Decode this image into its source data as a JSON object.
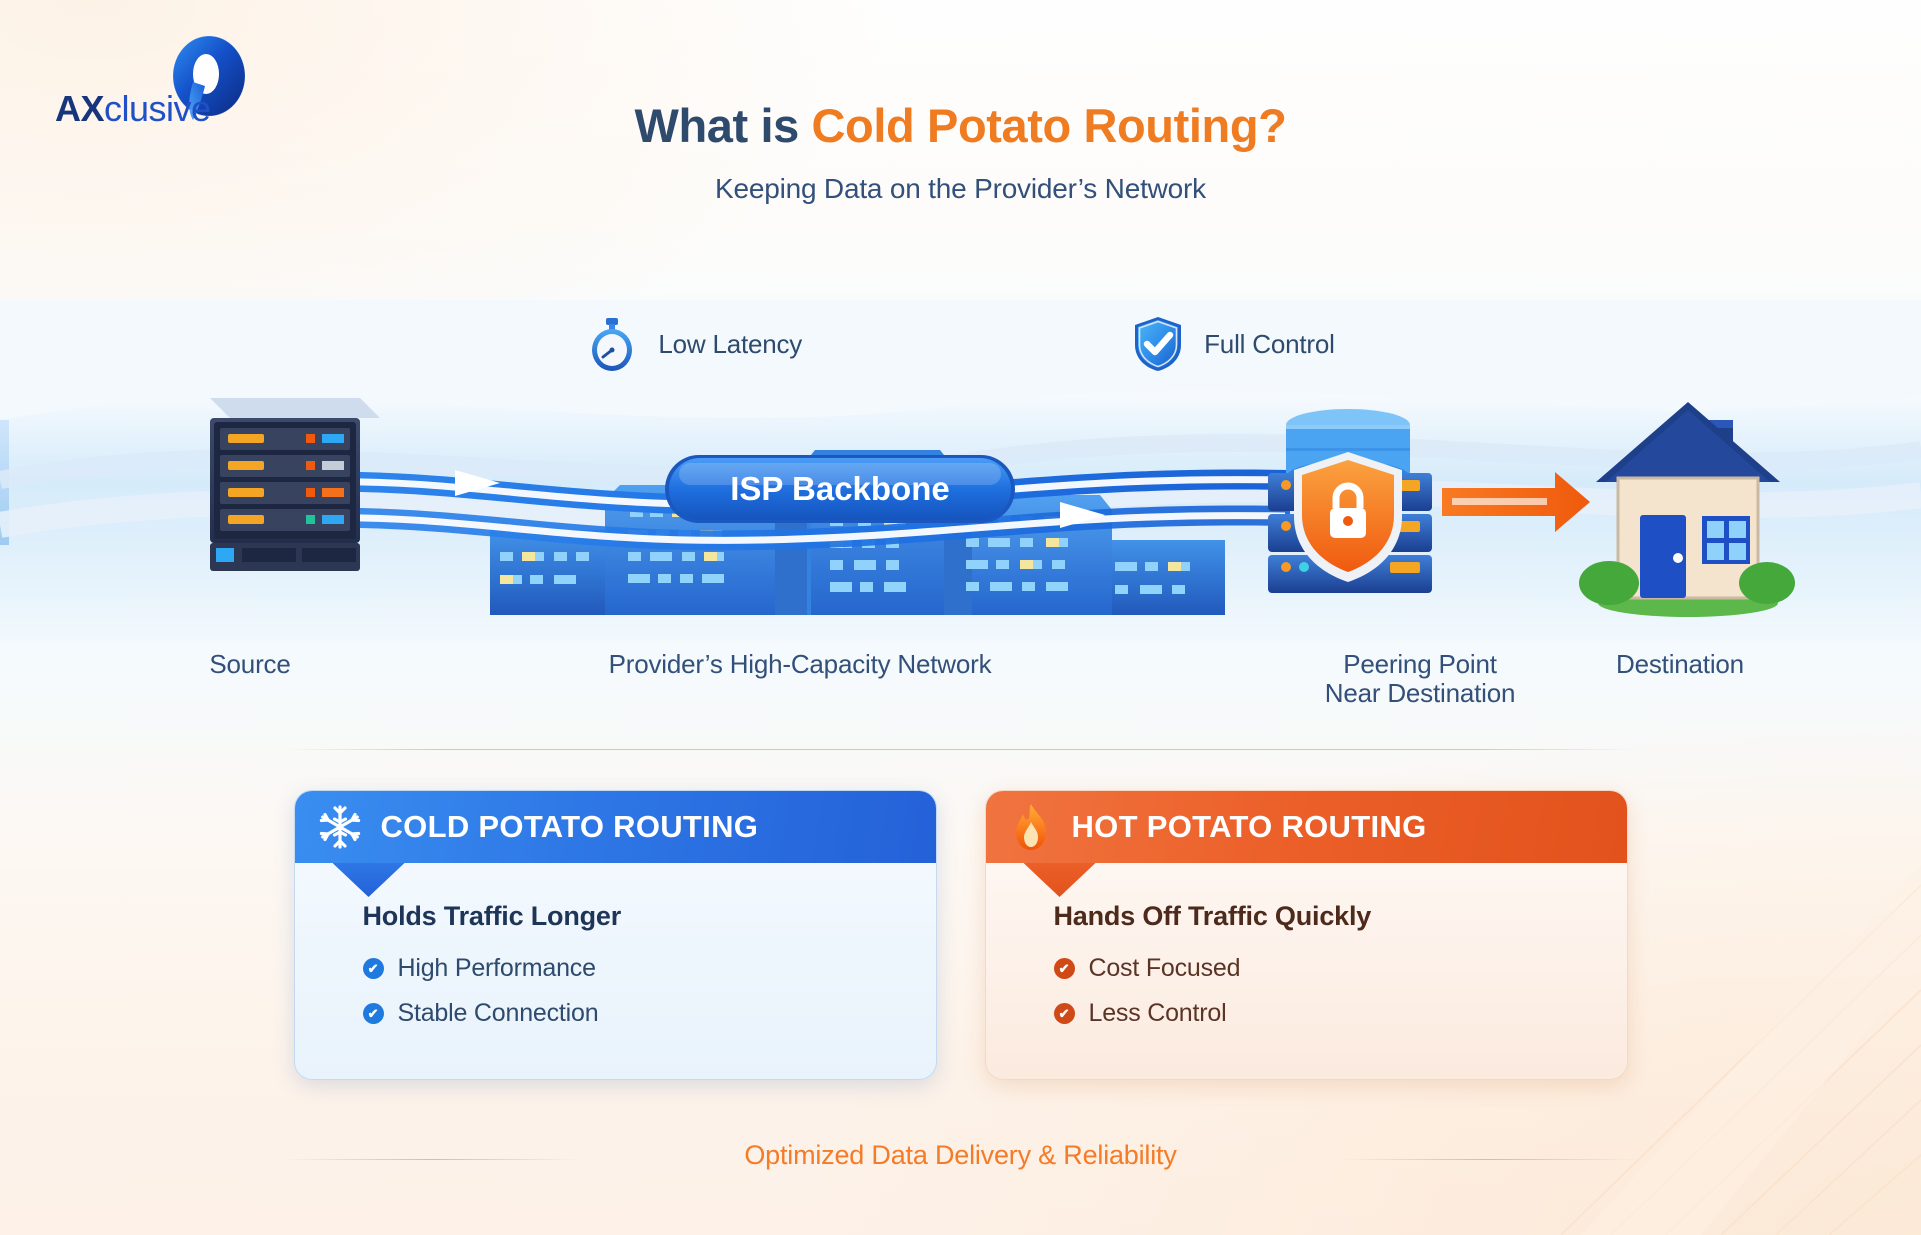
{
  "brand": {
    "name_bold": "AX",
    "name_light": "clusive",
    "logo_icon": "axclusive-ring-logo"
  },
  "header": {
    "title_prefix": "What is ",
    "title_highlight": "Cold Potato Routing?",
    "subtitle": "Keeping Data on the Provider’s Network"
  },
  "badges": [
    {
      "icon": "stopwatch-icon",
      "label": "Low Latency"
    },
    {
      "icon": "shield-check-icon",
      "label": "Full Control"
    }
  ],
  "diagram": {
    "backbone_pill": "ISP Backbone",
    "nodes": [
      {
        "icon": "server-rack-icon",
        "caption": "Source"
      },
      {
        "icon": "city-skyline-icon",
        "caption": "Provider’s High-Capacity Network"
      },
      {
        "icon": "peering-server-lock-icon",
        "caption": "Peering Point\nNear Destination",
        "caption_line1": "Peering Point",
        "caption_line2": "Near Destination"
      },
      {
        "icon": "house-icon",
        "caption": "Destination"
      }
    ]
  },
  "cards": [
    {
      "id": "cold-potato",
      "icon": "snowflake-icon",
      "title": "COLD POTATO ROUTING",
      "subtitle": "Holds Traffic Longer",
      "bullets": [
        "High Performance",
        "Stable Connection"
      ],
      "header_color": "#2e77e6",
      "accent_color": "#1f7ae0"
    },
    {
      "id": "hot-potato",
      "icon": "flame-icon",
      "title": "HOT POTATO ROUTING",
      "subtitle": "Hands Off Traffic Quickly",
      "bullets": [
        "Cost Focused",
        "Less Control"
      ],
      "header_color": "#ec5f28",
      "accent_color": "#cf4a16"
    }
  ],
  "footer": {
    "text": "Optimized Data Delivery & Reliability"
  },
  "colors": {
    "navy": "#2e4a6d",
    "orange": "#f07c22",
    "blue": "#2e77e6",
    "check_mark": "✔"
  }
}
